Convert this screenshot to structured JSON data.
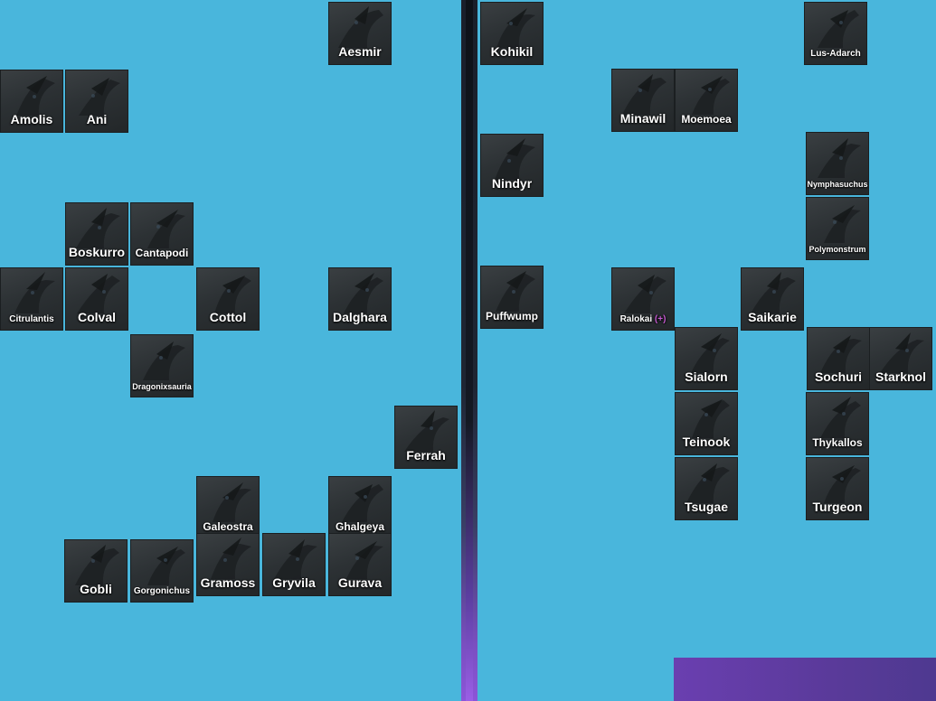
{
  "left_panel": {
    "creatures": [
      {
        "name": "Aesmir",
        "size": "l"
      },
      {
        "name": "Amolis",
        "size": "l"
      },
      {
        "name": "Ani",
        "size": "l"
      },
      {
        "name": "Boskurro",
        "size": "l"
      },
      {
        "name": "Cantapodi",
        "size": "m"
      },
      {
        "name": "Citrulantis",
        "size": "s"
      },
      {
        "name": "Colval",
        "size": "l"
      },
      {
        "name": "Cottol",
        "size": "l"
      },
      {
        "name": "Dalghara",
        "size": "l"
      },
      {
        "name": "Dragonixsauria",
        "size": "xs"
      },
      {
        "name": "Ferrah",
        "size": "l"
      },
      {
        "name": "Galeostra",
        "size": "m"
      },
      {
        "name": "Ghalgeya",
        "size": "m"
      },
      {
        "name": "Gobli",
        "size": "l"
      },
      {
        "name": "Gorgonichus",
        "size": "s"
      },
      {
        "name": "Gramoss",
        "size": "l"
      },
      {
        "name": "Gryvila",
        "size": "l"
      },
      {
        "name": "Gurava",
        "size": "l"
      }
    ]
  },
  "right_panel": {
    "creatures": [
      {
        "name": "Kohikil",
        "size": "l"
      },
      {
        "name": "Lus-Adarch",
        "size": "s"
      },
      {
        "name": "Minawil",
        "size": "l"
      },
      {
        "name": "Moemoea",
        "size": "m"
      },
      {
        "name": "Nindyr",
        "size": "l"
      },
      {
        "name": "Nymphasuchus",
        "size": "xs"
      },
      {
        "name": "Polymonstrum",
        "size": "xs"
      },
      {
        "name": "Puffwump",
        "size": "m"
      },
      {
        "name": "Ralokai",
        "suffix": "(+)",
        "size": "s"
      },
      {
        "name": "Saikarie",
        "size": "l"
      },
      {
        "name": "Sialorn",
        "size": "l"
      },
      {
        "name": "Sochuri",
        "size": "l"
      },
      {
        "name": "Starknol",
        "size": "l"
      },
      {
        "name": "Teinook",
        "size": "l"
      },
      {
        "name": "Thykallos",
        "size": "m"
      },
      {
        "name": "Tsugae",
        "size": "l"
      },
      {
        "name": "Turgeon",
        "size": "l"
      }
    ]
  },
  "colors": {
    "background": "#49b6dc",
    "card": "#2c3134",
    "text": "#ffffff",
    "plus_accent": "#c55ad0",
    "divider": "#1a1f2a",
    "purple_accent": "#6a3fb0"
  }
}
